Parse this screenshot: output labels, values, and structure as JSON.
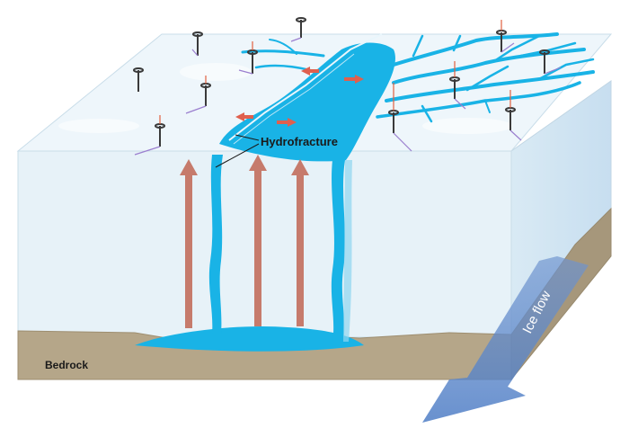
{
  "labels": {
    "hydrofracture": "Hydrofracture",
    "bedrock": "Bedrock",
    "ice_flow": "Ice flow"
  },
  "colors": {
    "ice_top": "#edf5fa",
    "ice_front": "#e6f2f8",
    "ice_side": "#d3e6f1",
    "meltwater": "#19b3e6",
    "meltwater_deep": "#0e9bd2",
    "bedrock": "#b5a689",
    "uplift_arrow": "#c67b6c",
    "ice_flow_arrow": "#5b84c7",
    "gps_vector": "#9b7fcf",
    "gps_vertical": "#e06040",
    "label_text": "#1a1a1a"
  },
  "icons": {
    "uplift": "arrow-up-icon",
    "lake_spread": "double-arrow-icon",
    "gps": "gps-station-icon",
    "flow": "ice-flow-arrow-icon"
  }
}
